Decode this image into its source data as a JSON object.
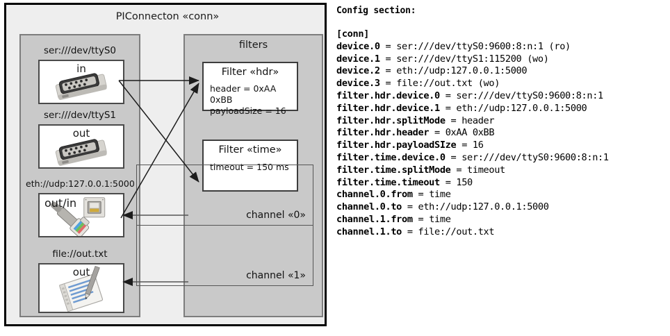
{
  "diagram": {
    "title": "PIConnecton «conn»",
    "panels": {
      "devices_title": "",
      "filters_title": "filters"
    },
    "devices": [
      {
        "label": "ser:///dev/ttyS0",
        "direction": "in",
        "icon": "serial-db9-connector-icon"
      },
      {
        "label": "ser:///dev/ttyS1",
        "direction": "out",
        "icon": "serial-db9-connector-icon"
      },
      {
        "label": "eth://udp:127.0.0.1:5000",
        "direction": "out/in",
        "icon": "ethernet-rj45-icon"
      },
      {
        "label": "file://out.txt",
        "direction": "out",
        "icon": "text-file-pencil-icon"
      }
    ],
    "filters": [
      {
        "title": "Filter «hdr»",
        "props": [
          "header = 0xAA 0xBB",
          "payloadSize = 16"
        ]
      },
      {
        "title": "Filter «time»",
        "props": [
          "timeout = 150 ms"
        ]
      }
    ],
    "channels": [
      {
        "label": "channel «0»"
      },
      {
        "label": "channel «1»"
      }
    ]
  },
  "config": {
    "heading": "Config section:",
    "lines": [
      {
        "key": "[conn]",
        "value": ""
      },
      {
        "key": "device.0",
        "value": " = ser:///dev/ttyS0:9600:8:n:1 (ro)"
      },
      {
        "key": "device.1",
        "value": " = ser:///dev/ttyS1:115200 (wo)"
      },
      {
        "key": "device.2",
        "value": " = eth://udp:127.0.0.1:5000"
      },
      {
        "key": "device.3",
        "value": " = file://out.txt (wo)"
      },
      {
        "key": "filter.hdr.device.0",
        "value": " = ser:///dev/ttyS0:9600:8:n:1"
      },
      {
        "key": "filter.hdr.device.1",
        "value": " = eth://udp:127.0.0.1:5000"
      },
      {
        "key": "filter.hdr.splitMode",
        "value": " = header"
      },
      {
        "key": "filter.hdr.header",
        "value": " = 0xAA 0xBB"
      },
      {
        "key": "filter.hdr.payloadSIze",
        "value": " = 16"
      },
      {
        "key": "filter.time.device.0",
        "value": " = ser:///dev/ttyS0:9600:8:n:1"
      },
      {
        "key": "filter.time.splitMode",
        "value": " = timeout"
      },
      {
        "key": "filter.time.timeout",
        "value": " = 150"
      },
      {
        "key": "channel.0.from",
        "value": " = time"
      },
      {
        "key": "channel.0.to",
        "value": " = eth://udp:127.0.0.1:5000"
      },
      {
        "key": "channel.1.from",
        "value": " = time"
      },
      {
        "key": "channel.1.to",
        "value": " = file://out.txt"
      }
    ]
  },
  "colors": {
    "outer_bg": "#eeeeee",
    "panel_bg": "#c9c9c9",
    "box_bg": "#ffffff",
    "outline": "#000000",
    "panel_border": "#7d7d7d"
  }
}
